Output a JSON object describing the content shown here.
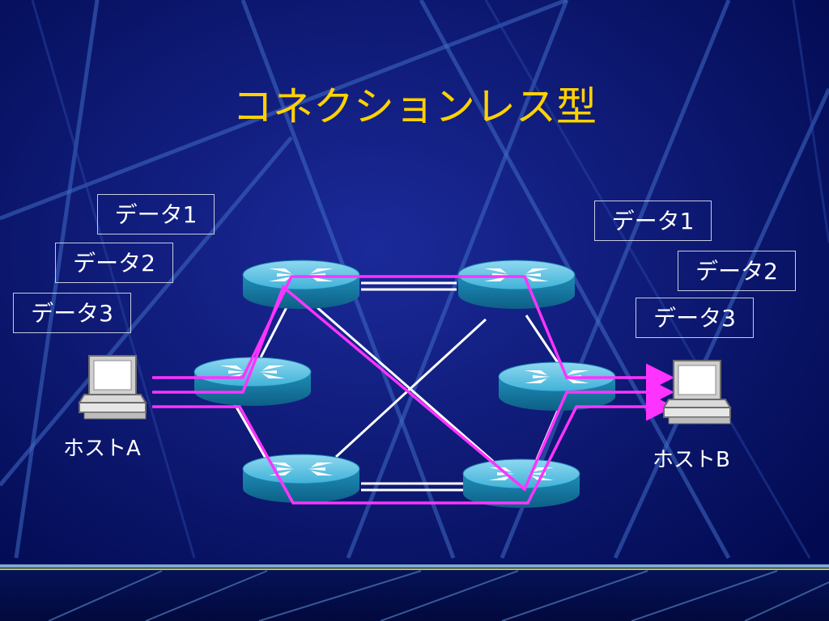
{
  "slide": {
    "title": "コネクションレス型"
  },
  "left_packets": [
    "データ1",
    "データ2",
    "データ3"
  ],
  "right_packets": [
    "データ1",
    "データ2",
    "データ3"
  ],
  "hosts": {
    "a": "ホストA",
    "b": "ホストB"
  },
  "colors": {
    "background": "#000a5a",
    "title": "#ffd200",
    "path": "#ff33ff",
    "router_body": "#2aa7cc",
    "link": "#ffffff"
  },
  "icons": {
    "router": "router-icon",
    "computer": "computer-icon"
  }
}
